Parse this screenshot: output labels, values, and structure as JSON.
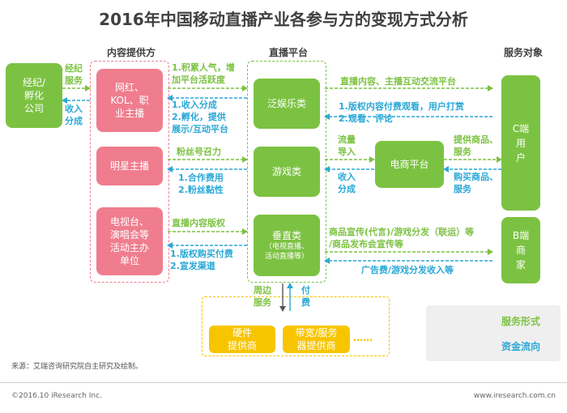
{
  "title": "2016年中国移动直播产业各参与方的变现方式分析",
  "headers": {
    "content": "内容提供方",
    "platform": "直播平台",
    "target": "服务对象"
  },
  "nodes": {
    "agency": "经纪/\n孵化\n公司",
    "influencer": "网红、\nKOL、职\n业主播",
    "celebrity": "明星主播",
    "tv": "电视台、\n演唱会等\n活动主办\n单位",
    "entertainment": "泛娱乐类",
    "game": "游戏类",
    "vertical_title": "垂直类",
    "vertical_sub": "（电视直播、\n活动直播等）",
    "ecommerce": "电商平台",
    "c_user": "C端\n用\n户",
    "b_merchant": "B端\n商\n家",
    "hardware": "硬件\n提供商",
    "bandwidth": "带宽/服务\n器提供商",
    "dots": "……"
  },
  "labels": {
    "agency_service": "经纪\n服务",
    "agency_income": "收入\n分成",
    "infl_service": "1.积累人气，增\n加平台活跃度",
    "infl_money": "1.收入分成\n2.孵化，提供\n展示/互动平台",
    "celeb_service": "粉丝号召力",
    "celeb_money": "1.合作费用\n2.粉丝黏性",
    "tv_service": "直播内容版权",
    "tv_money": "1.版权购买付费\n2.宣发渠道",
    "c_service": "直播内容、主播互动交流平台",
    "c_money": "1.版权内容付费观看，用户打赏\n2.观看、评论",
    "traffic": "流量\n导入",
    "ec_income": "收入\n分成",
    "ec_service": "提供商品、\n服务",
    "ec_money": "购买商品、\n服务",
    "b_service": "商品宣传(代言)/游戏分发（联运）等\n/商品发布会宣传等",
    "b_money": "广告费/游戏分发收入等",
    "periph": "周边\n服务",
    "pay": "付\n费"
  },
  "legend": {
    "service": "服务形式",
    "money": "资金流向",
    "service_color": "#7cc242",
    "money_color": "#2aa8d6"
  },
  "footer": {
    "source": "来源：艾瑞咨询研究院自主研究及绘制。",
    "copyright": "©2016.10 iResearch Inc.",
    "site": "www.iresearch.com.cn"
  }
}
